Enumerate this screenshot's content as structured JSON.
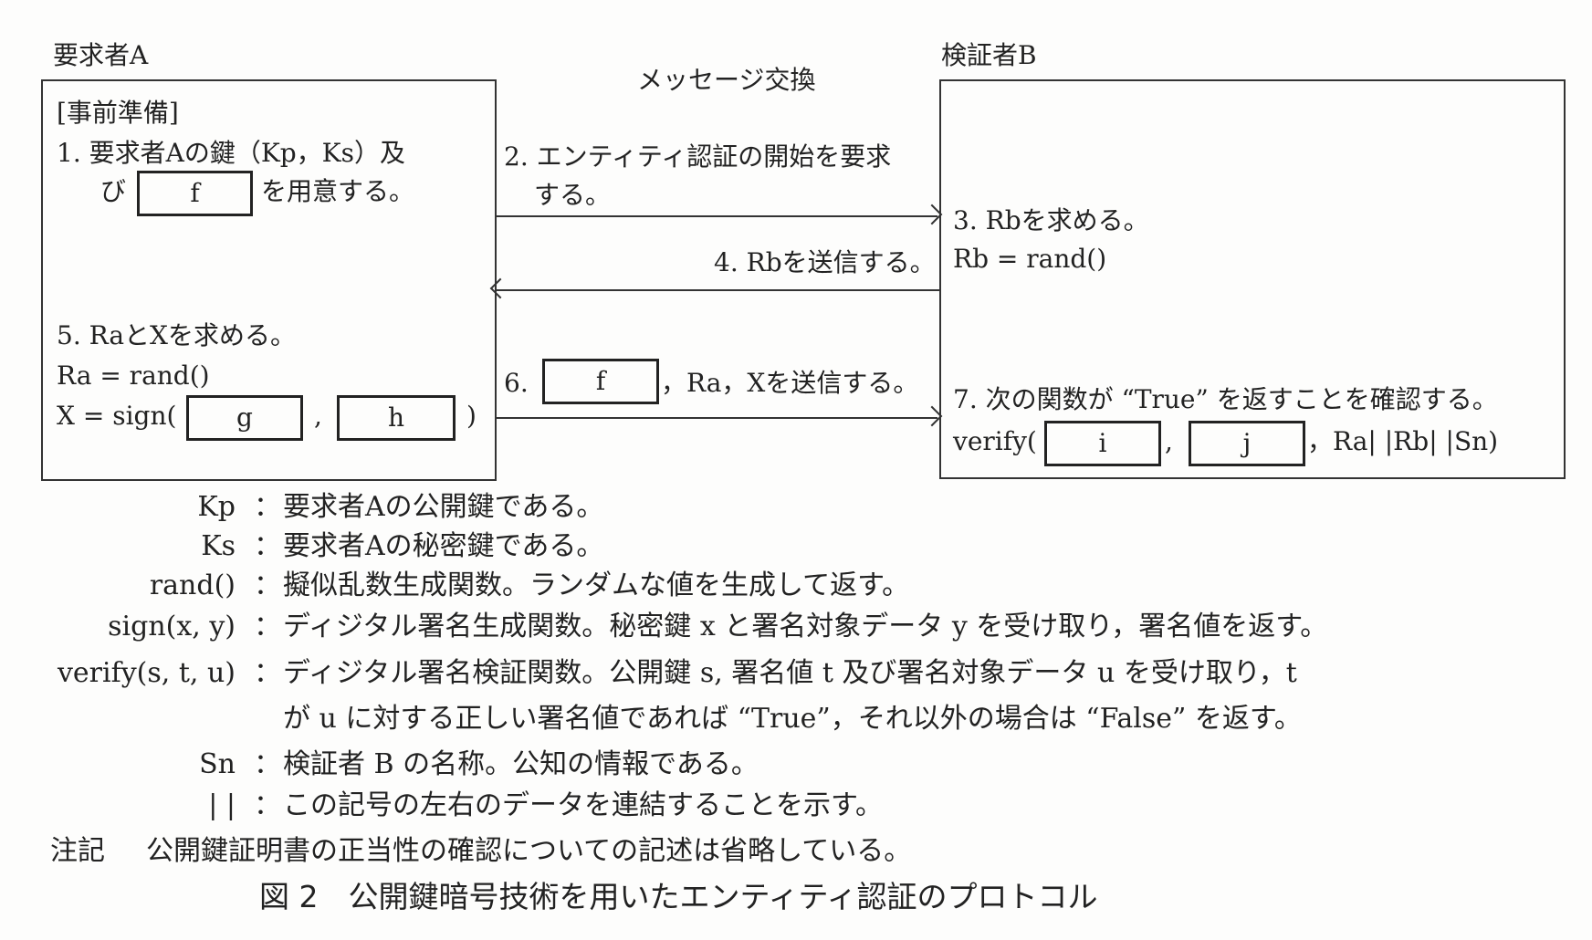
{
  "party_a": {
    "label": "要求者A",
    "prep": "[事前準備]",
    "step1_line1": "1. 要求者Aの鍵（Kp，Ks）及",
    "step1_pre": "び",
    "step1_post": "を用意する。",
    "step5": "5. RaとXを求める。",
    "ra": "Ra = rand()",
    "x_pre": "X = sign(",
    "x_comma": ",",
    "x_post": ")"
  },
  "party_b": {
    "label": "検証者B",
    "step3": "3. Rbを求める。",
    "rb": "Rb = rand()",
    "step7": "7. 次の関数が “True” を返すことを確認する。",
    "verify_pre": "verify(",
    "verify_comma": ",",
    "verify_post": "，Ra| |Rb| |Sn)"
  },
  "exchange": {
    "title": "メッセージ交換",
    "step2_line1": "2. エンティティ認証の開始を要求",
    "step2_line2": "する。",
    "step4": "4. Rbを送信する。",
    "step6_pre": "6.",
    "step6_post": "，Ra，Xを送信する。"
  },
  "blanks": {
    "f": "f",
    "g": "g",
    "h": "h",
    "i": "i",
    "j": "j"
  },
  "definitions": [
    {
      "term": "Kp",
      "desc": "要求者Aの公開鍵である。"
    },
    {
      "term": "Ks",
      "desc": "要求者Aの秘密鍵である。"
    },
    {
      "term": "rand()",
      "desc": "擬似乱数生成関数。ランダムな値を生成して返す。"
    },
    {
      "term": "sign(x, y)",
      "desc": "ディジタル署名生成関数。秘密鍵 x と署名対象データ y を受け取り，署名値を返す。"
    },
    {
      "term": "verify(s, t, u)",
      "desc": "ディジタル署名検証関数。公開鍵 s, 署名値 t 及び署名対象データ u を受け取り，t",
      "desc2": "が u に対する正しい署名値であれば “True”，それ以外の場合は “False” を返す。"
    },
    {
      "term": "Sn",
      "desc": "検証者 B の名称。公知の情報である。"
    },
    {
      "term": "| |",
      "desc": "この記号の左右のデータを連結することを示す。"
    }
  ],
  "colon": "：",
  "note": {
    "label": "注記",
    "text": "公開鍵証明書の正当性の確認についての記述は省略している。"
  },
  "caption": "図 2　公開鍵暗号技術を用いたエンティティ認証のプロトコル"
}
